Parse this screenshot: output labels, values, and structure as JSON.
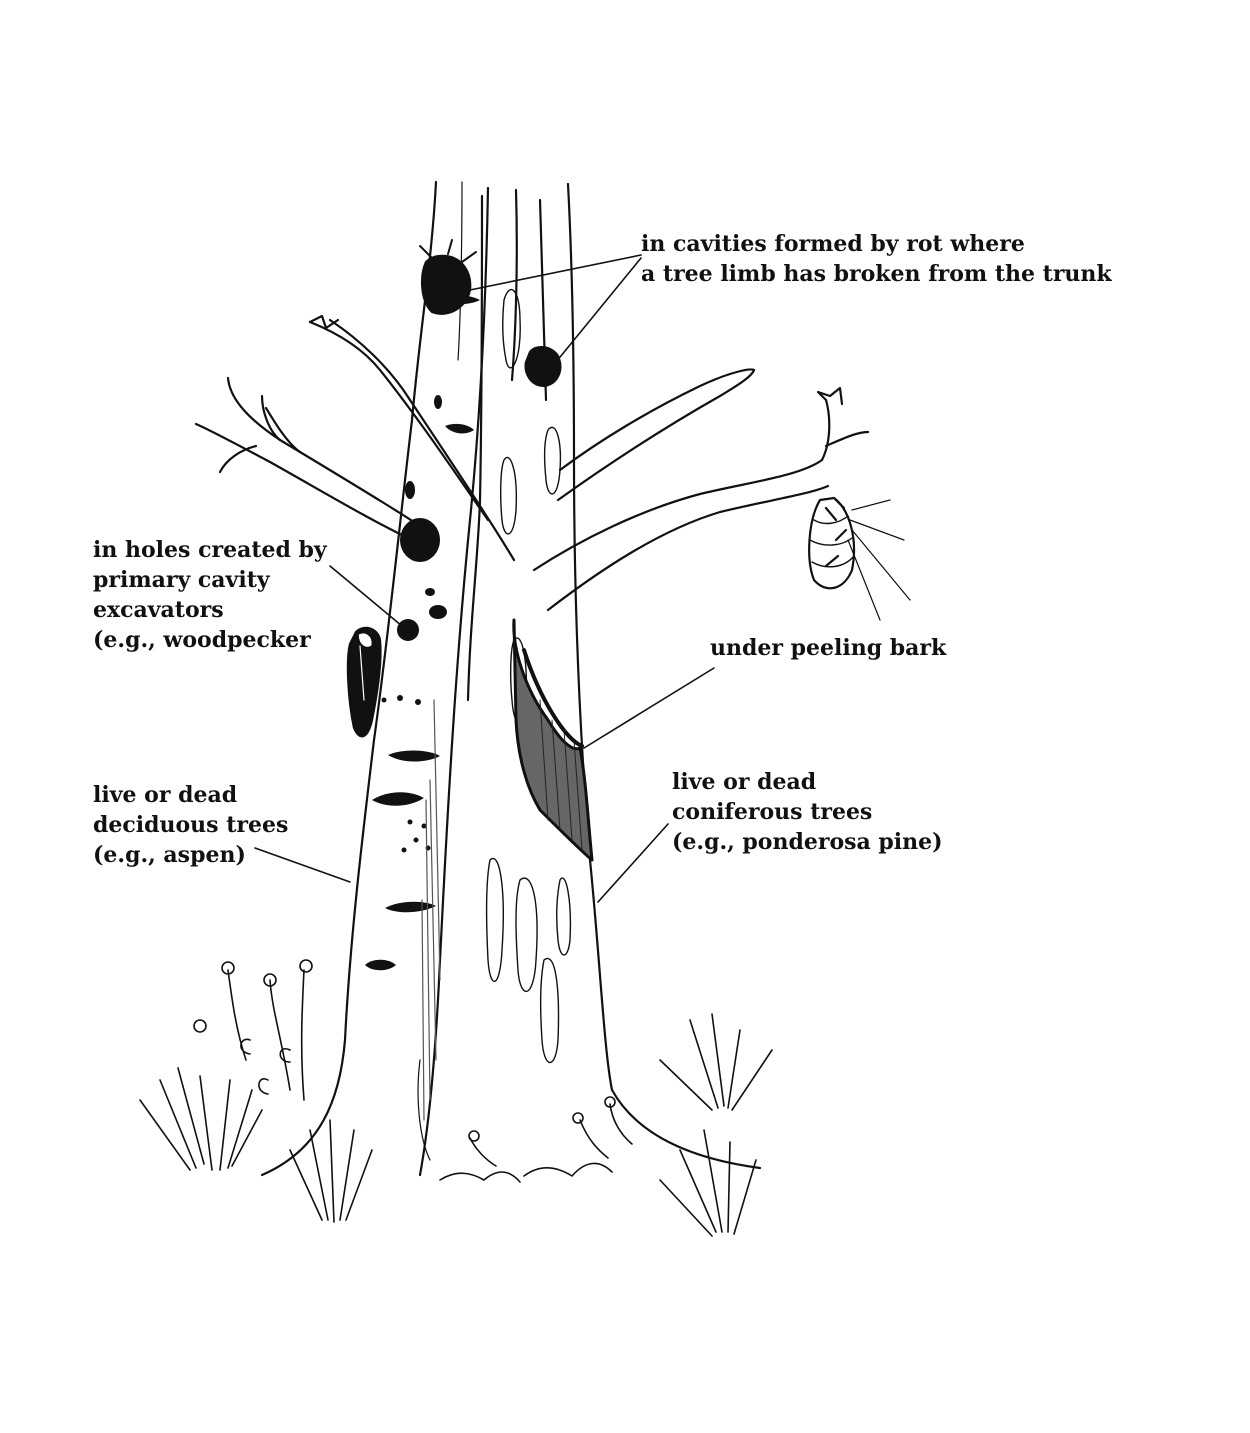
{
  "labels": {
    "cavities": {
      "lines": [
        "in cavities formed by rot where",
        "a tree limb has broken from the trunk"
      ]
    },
    "holes": {
      "lines": [
        "in holes created by",
        "primary cavity",
        "excavators",
        "(e.g., woodpecker"
      ]
    },
    "bark": {
      "lines": [
        "under peeling bark"
      ]
    },
    "deciduous": {
      "lines": [
        "live or dead",
        "deciduous trees",
        "(e.g., aspen)"
      ]
    },
    "coniferous": {
      "lines": [
        "live or dead",
        "coniferous trees",
        "(e.g., ponderosa pine)"
      ]
    }
  },
  "colors": {
    "ink": "#111111",
    "paper": "#ffffff",
    "shade": "#555555"
  }
}
